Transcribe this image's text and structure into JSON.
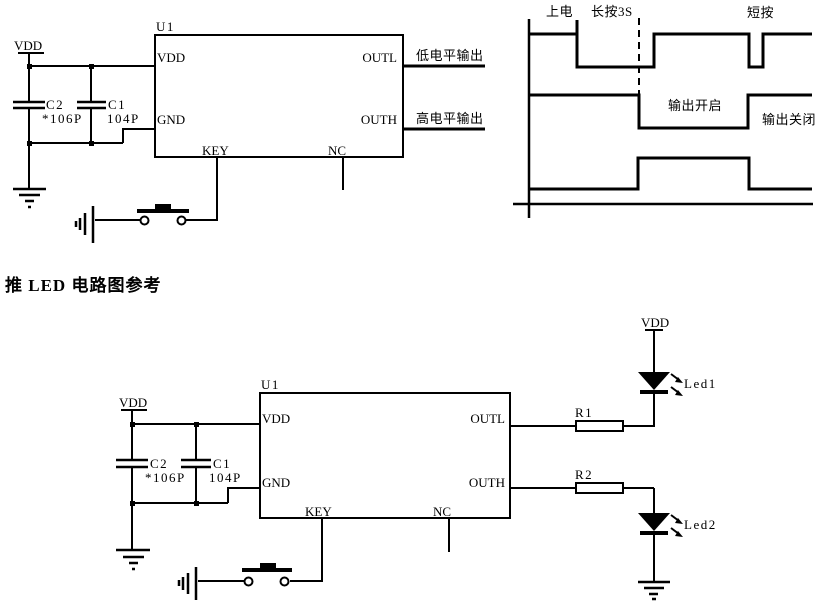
{
  "colors": {
    "line": "#000000",
    "background": "#ffffff"
  },
  "section_heading": "推 LED 电路图参考",
  "top_circuit": {
    "vdd_net": "VDD",
    "u1": "U1",
    "pins": {
      "vdd": "VDD",
      "gnd": "GND",
      "key": "KEY",
      "nc": "NC",
      "outl": "OUTL",
      "outh": "OUTH"
    },
    "c2": {
      "name": "C2",
      "value": "*106P"
    },
    "c1": {
      "name": "C1",
      "value": "104P"
    },
    "outl_note": "低电平输出",
    "outh_note": "高电平输出"
  },
  "timing_diagram": {
    "power_on": "上电",
    "long_press": "长按3S",
    "short_press": "短按",
    "output_on": "输出开启",
    "output_off": "输出关闭"
  },
  "bottom_circuit": {
    "vdd_net": "VDD",
    "vdd_led": "VDD",
    "u1": "U1",
    "pins": {
      "vdd": "VDD",
      "gnd": "GND",
      "key": "KEY",
      "nc": "NC",
      "outl": "OUTL",
      "outh": "OUTH"
    },
    "c2": {
      "name": "C2",
      "value": "*106P"
    },
    "c1": {
      "name": "C1",
      "value": "104P"
    },
    "r1": "R1",
    "r2": "R2",
    "led1": "Led1",
    "led2": "Led2"
  }
}
